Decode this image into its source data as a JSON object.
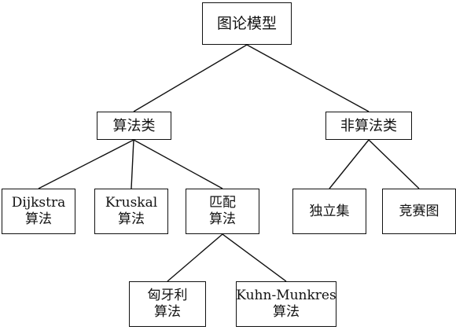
{
  "diagram": {
    "type": "tree",
    "nodes": {
      "root": {
        "lines": [
          "图论模型"
        ]
      },
      "alg": {
        "lines": [
          "算法类"
        ]
      },
      "nonalg": {
        "lines": [
          "非算法类"
        ]
      },
      "dijkstra": {
        "lines": [
          "Dijkstra",
          "算法"
        ]
      },
      "kruskal": {
        "lines": [
          "Kruskal",
          "算法"
        ]
      },
      "matching": {
        "lines": [
          "匹配",
          "算法"
        ]
      },
      "independent": {
        "lines": [
          "独立集"
        ]
      },
      "competition": {
        "lines": [
          "竞赛图"
        ]
      },
      "hungarian": {
        "lines": [
          "匈牙利",
          "算法"
        ]
      },
      "kuhn_munkres": {
        "lines": [
          "Kuhn-Munkres",
          "算法"
        ]
      }
    },
    "edges": [
      [
        "root",
        "alg"
      ],
      [
        "root",
        "nonalg"
      ],
      [
        "alg",
        "dijkstra"
      ],
      [
        "alg",
        "kruskal"
      ],
      [
        "alg",
        "matching"
      ],
      [
        "nonalg",
        "independent"
      ],
      [
        "nonalg",
        "competition"
      ],
      [
        "matching",
        "hungarian"
      ],
      [
        "matching",
        "kuhn_munkres"
      ]
    ]
  }
}
